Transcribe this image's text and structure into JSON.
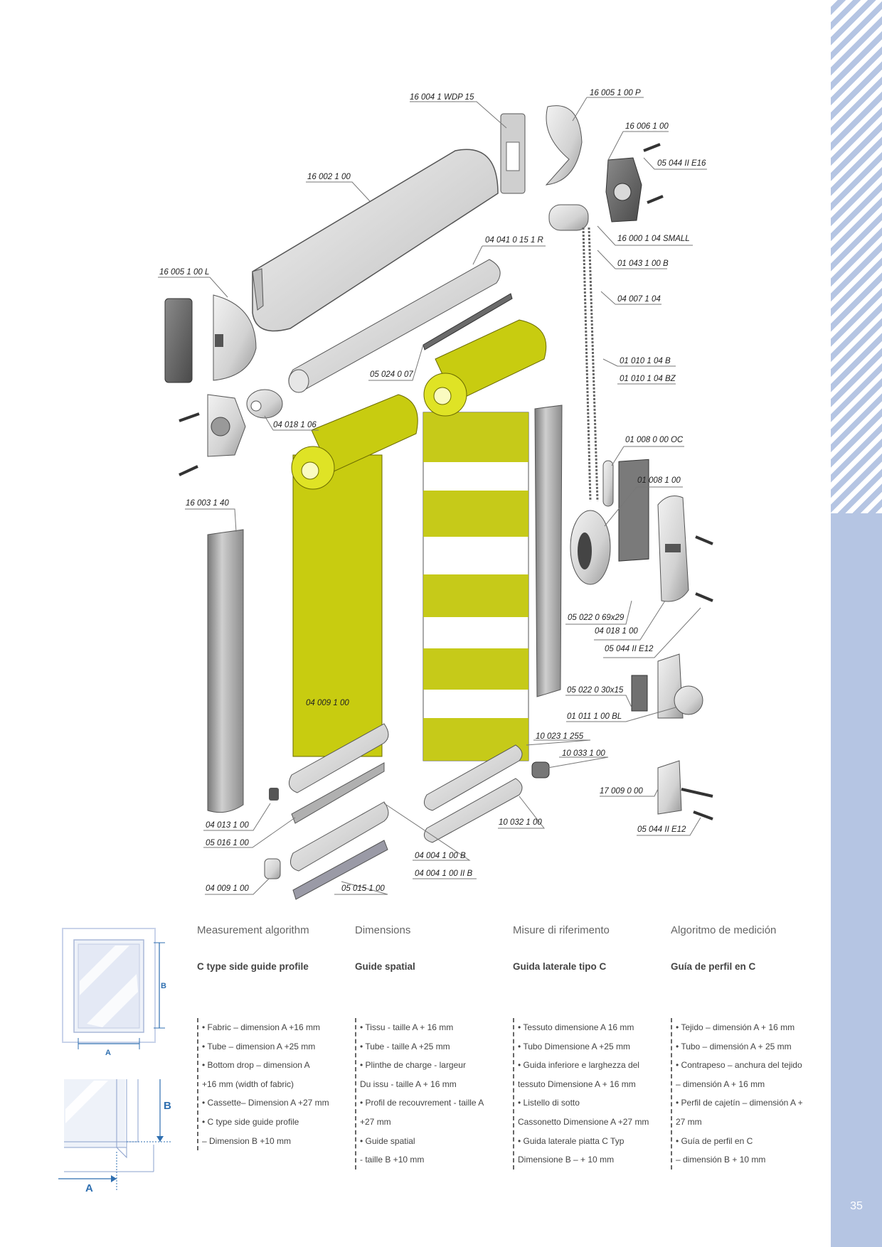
{
  "page_number": "35",
  "labels": {
    "l01": "16 004 1 WDP 15",
    "l02": "16 005 1 00 P",
    "l03": "16 006 1 00",
    "l04": "05 044 II E16",
    "l05": "16 002 1 00",
    "l06": "16 000 1 04 SMALL",
    "l07": "04 041 0 15 1 R",
    "l08": "01 043 1 00 B",
    "l09": "16 005 1 00 L",
    "l10": "04 007 1 04",
    "l11": "01 010 1 04 B",
    "l12": "01 010 1 04 BZ",
    "l13": "05 024 0 07",
    "l14": "04 018 1 06",
    "l15": "01 008 0 00 OC",
    "l16": "01 008 1 00",
    "l17": "16 003 1 40",
    "l18": "05 022 0 69x29",
    "l19": "04 018 1 00",
    "l20": "05 044 II E12",
    "l21": "05 022 0 30x15",
    "l22": "04 009 1 00",
    "l23": "01 011 1 00 BL",
    "l24": "10 023 1 255",
    "l25": "10 033 1 00",
    "l26": "17 009 0 00",
    "l27": "05 044 II E12",
    "l28": "04 013 1 00",
    "l29": "10 032 1 00",
    "l30": "05 016 1 00",
    "l31": "04 004 1 00 B",
    "l32": "04 004 1 00 II B",
    "l33": "04 009 1 00",
    "l34": "05 015 1 00"
  },
  "dims": {
    "a": "A",
    "b": "B"
  },
  "colors": {
    "sidebar": "#b5c5e3",
    "fabric": "#c8cc10",
    "dimension_blue": "#2f6fb0"
  },
  "columns": [
    {
      "heading": "Measurement algorithm",
      "subheading": "C type side guide profile",
      "items": [
        "• Fabric – dimension A +16 mm",
        "• Tube – dimension A +25 mm",
        "• Bottom drop – dimension A",
        "+16 mm   (width of fabric)",
        "• Cassette– Dimension A +27 mm",
        "• C type side guide profile",
        "  – Dimension B +10 mm"
      ]
    },
    {
      "heading": "Dimensions",
      "subheading": "Guide spatial",
      "items": [
        "• Tissu - taille A + 16 mm",
        "• Tube - taille A +25 mm",
        "• Plinthe de charge - largeur",
        "Du issu - taille A + 16 mm",
        "• Profil de recouvrement - taille A",
        "+27 mm",
        "• Guide spatial",
        "- taille B +10 mm"
      ]
    },
    {
      "heading": "Misure di riferimento",
      "subheading": "Guida laterale tipo C",
      "items": [
        "• Tessuto dimensione A 16 mm",
        "• Tubo  Dimensione A  +25 mm",
        "• Guida inferiore  e larghezza del",
        "tessuto  Dimensione A  + 16 mm",
        "• Listello di sotto",
        "Cassonetto Dimensione A +27 mm",
        "• Guida laterale piatta C Typ",
        "Dimensione B  – + 10 mm"
      ]
    },
    {
      "heading": "Algoritmo de medición",
      "subheading": "Guía de perfil en C",
      "items": [
        "•  Tejido –  dimensión A + 16 mm",
        "•  Tubo –  dimensión A + 25 mm",
        "•  Contrapeso –  anchura del tejido",
        "–  dimensión A + 16 mm",
        "•  Perfil de cajetín –  dimensión A +",
        "27 mm",
        "•  Guía de perfil en C",
        "–  dimensión B + 10 mm"
      ]
    }
  ]
}
